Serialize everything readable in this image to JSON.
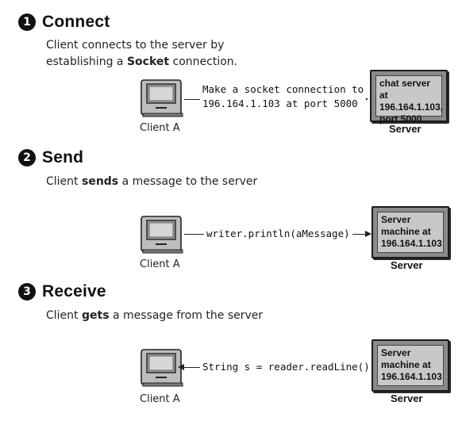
{
  "steps": [
    {
      "number": "1",
      "title": "Connect",
      "description_pre": "Client connects to the server by",
      "description_line2_pre": "establishing a ",
      "description_bold": "Socket",
      "description_post": " connection.",
      "client_label": "Client A",
      "message_line1": "Make a socket connection to",
      "message_line2": "196.164.1.103 at port 5000",
      "server_lines": [
        "chat server at",
        "196.164.1.103,",
        "port 5000"
      ],
      "server_label": "Server"
    },
    {
      "number": "2",
      "title": "Send",
      "description_pre": "Client ",
      "description_bold": "sends",
      "description_post": " a message to the server",
      "client_label": "Client A",
      "message": "writer.println(aMessage)",
      "server_lines": [
        "Server",
        "machine at",
        "196.164.1.103"
      ],
      "server_label": "Server"
    },
    {
      "number": "3",
      "title": "Receive",
      "description_pre": "Client ",
      "description_bold": "gets",
      "description_post": " a message from the server",
      "client_label": "Client A",
      "message": "String s = reader.readLine()",
      "server_lines": [
        "Server",
        "machine at",
        "196.164.1.103"
      ],
      "server_label": "Server"
    }
  ]
}
